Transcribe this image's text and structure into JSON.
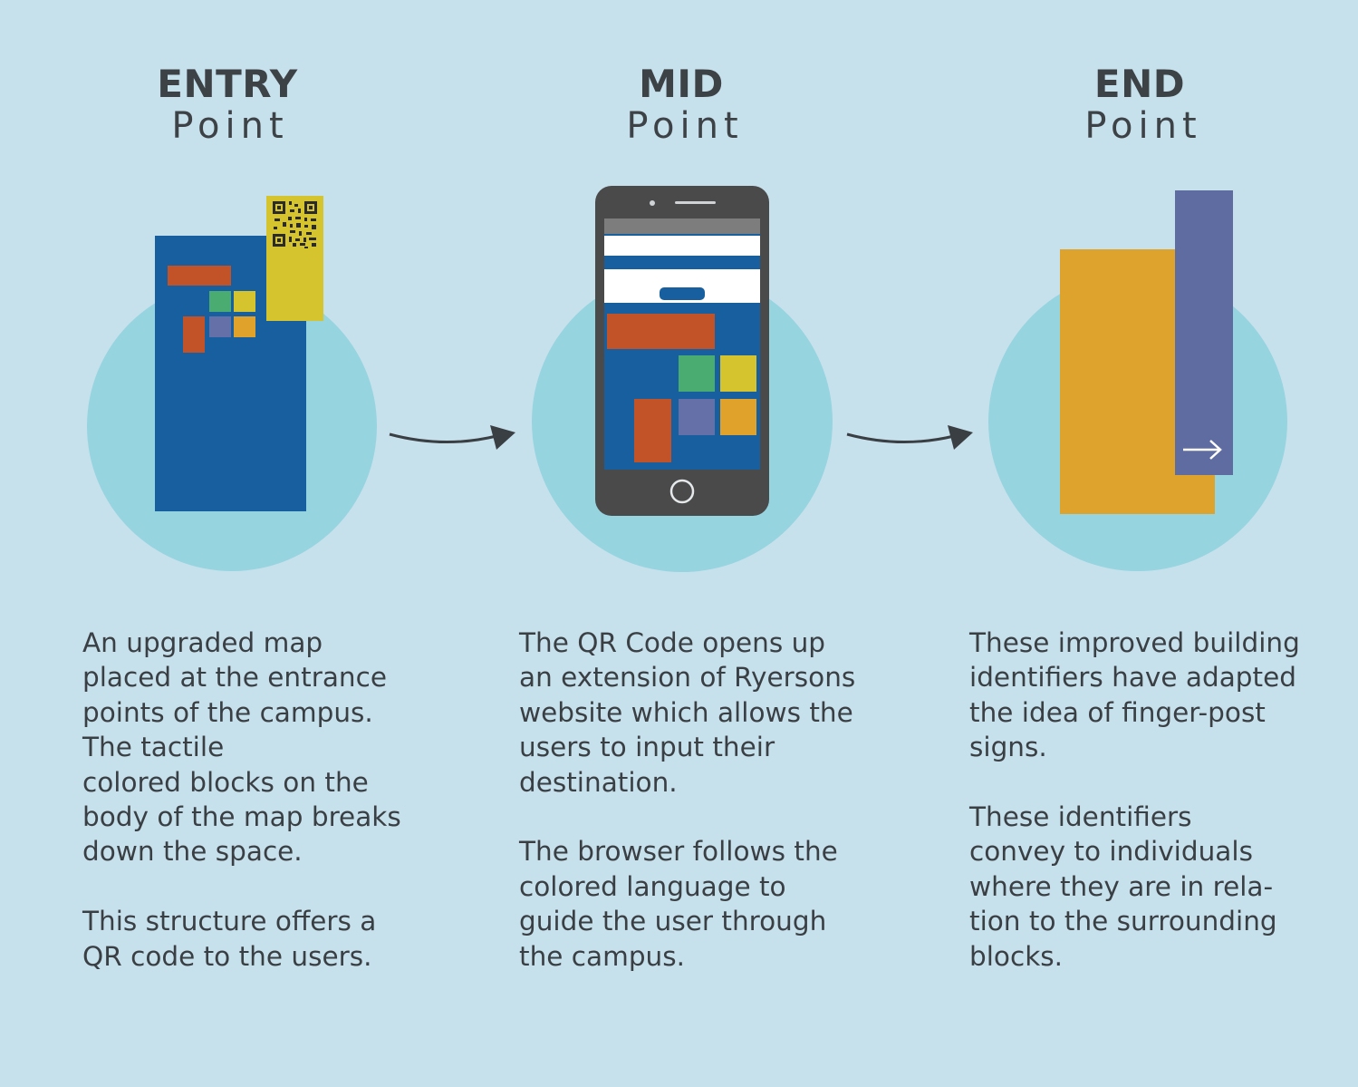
{
  "colors": {
    "background": "#c7e1ec",
    "circle": "#96d4e0",
    "map_blue": "#185fa0",
    "red_orange": "#c25228",
    "green": "#4aac70",
    "yellow": "#d5c42e",
    "purple": "#6670a8",
    "orange": "#e0a22b",
    "phone_body": "#4a4a4a",
    "sign_yellow": "#dea32c",
    "sign_purple": "#5f6ca2",
    "text": "#3a3f44"
  },
  "stages": [
    {
      "heading": "ENTRY",
      "subheading": "Point",
      "paragraphs": [
        "An upgraded map\nplaced at the entrance\npoints of the campus.\nThe tactile\ncolored blocks on the\nbody of the map breaks\ndown the space.",
        "This structure offers a\nQR code to the users."
      ]
    },
    {
      "heading": "MID",
      "subheading": "Point",
      "paragraphs": [
        "The QR Code opens up\nan extension of Ryersons\nwebsite which allows the\nusers to input their\ndestination.",
        "The browser follows the\ncolored language to\nguide the user through\nthe campus."
      ]
    },
    {
      "heading": "END",
      "subheading": "Point",
      "paragraphs": [
        "These improved building\nidentifiers have adapted\nthe idea of finger-post\nsigns.",
        "These identifiers\nconvey to individuals\nwhere they are in rela-\ntion to the surrounding\nblocks."
      ]
    }
  ],
  "icons": {
    "entry": "campus-map-with-qr-code-icon",
    "mid": "smartphone-icon",
    "end": "finger-post-sign-icon",
    "connector": "curved-arrow-icon",
    "sign_arrow": "right-arrow-icon"
  }
}
